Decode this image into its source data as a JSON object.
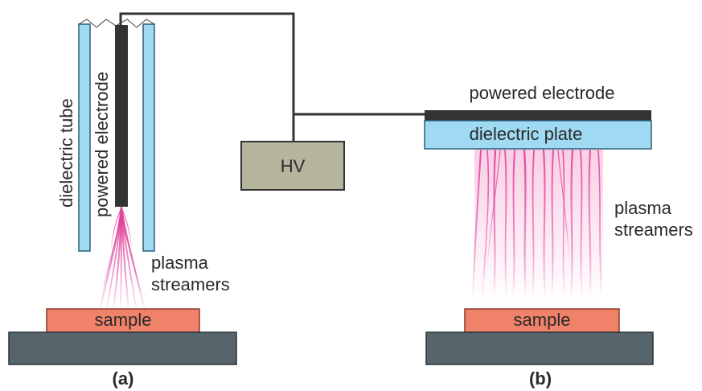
{
  "panel_a": {
    "tube_label": "dielectric tube",
    "electrode_label": "powered electrode",
    "streamers_line1": "plasma",
    "streamers_line2": "streamers",
    "sample_label": "sample",
    "caption": "(a)"
  },
  "power_supply": {
    "label": "HV"
  },
  "panel_b": {
    "electrode_label": "powered electrode",
    "plate_label": "dielectric plate",
    "streamers_line1": "plasma",
    "streamers_line2": "streamers",
    "sample_label": "sample",
    "caption": "(b)"
  },
  "colors": {
    "dielectric": "#9fd9f2",
    "electrode": "#333333",
    "hv_box": "#b5b59d",
    "sample": "#f0826a",
    "base": "#56646b",
    "plasma": "#e0409a"
  }
}
